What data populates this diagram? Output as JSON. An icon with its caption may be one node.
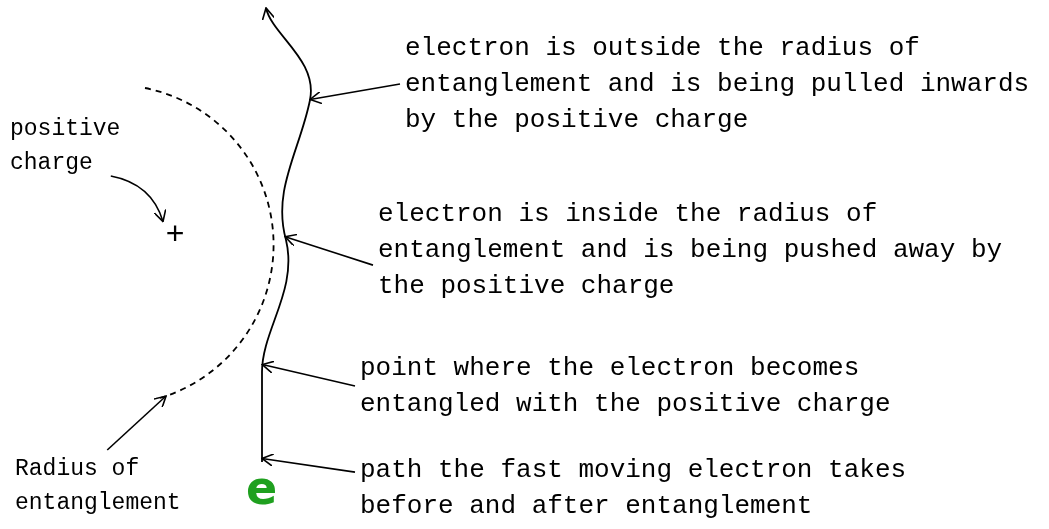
{
  "diagram": {
    "nodes": [
      {
        "text": [
          "positive charge"
        ]
      },
      {
        "text": [
          "+"
        ],
        "in": 2
      },
      {
        "text": [],
        "shape": "circle"
      },
      {
        "text": [
          "Radius of entanglement"
        ]
      },
      {
        "text": [],
        "shape": "curve"
      },
      {
        "text": [
          "electron is outside the radius of entanglement and is being pulled inwards by the positive charge"
        ]
      },
      {
        "text": [
          "electron is inside the radius of entanglement and is being pushed away by the positive charge"
        ]
      },
      {
        "text": [
          "point where the electron becomes entangled with the positive charge"
        ]
      },
      {
        "text": [
          "path the fast moving electron takes before and after entanglement"
        ]
      }
    ],
    "edges": [
      {
        "from": 0,
        "to": 1,
        "arrow": "to"
      },
      {
        "from": 3,
        "to": 2,
        "arrow": "to"
      },
      {
        "from": 5,
        "to": 4,
        "arrow": "to"
      },
      {
        "from": 6,
        "to": 4,
        "arrow": "to"
      },
      {
        "from": 7,
        "to": 4,
        "arrow": "to"
      },
      {
        "from": 8,
        "to": 4,
        "arrow": "to"
      }
    ],
    "labels": [
      "e"
    ]
  }
}
